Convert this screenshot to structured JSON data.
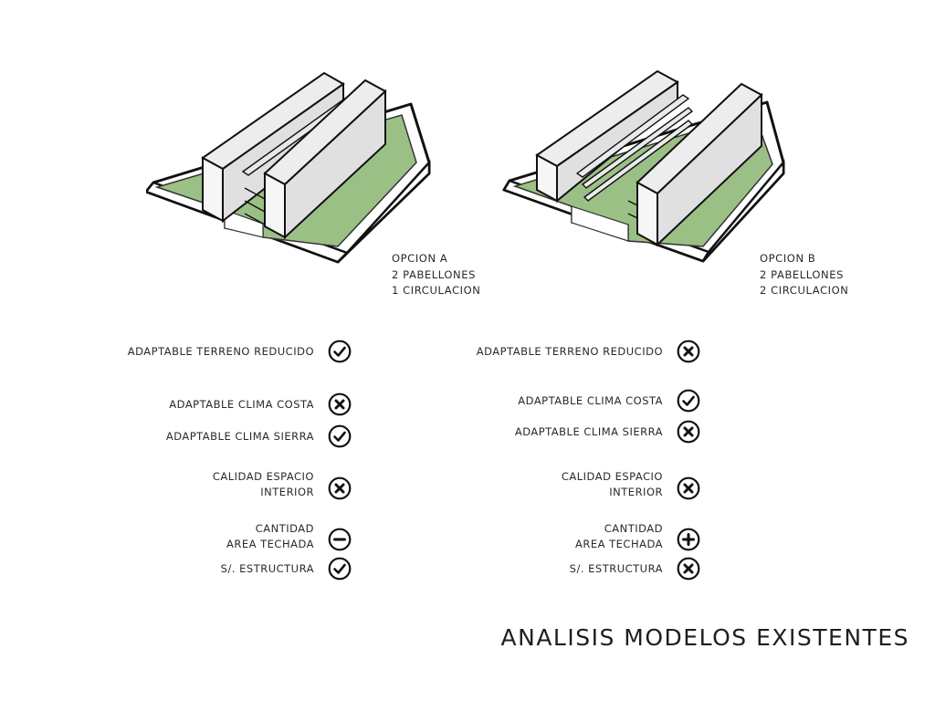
{
  "title": "ANALISIS MODELOS EXISTENTES",
  "colors": {
    "ground": "#9bc086",
    "roof": "#ededed",
    "wall_light": "#f4f4f4",
    "wall_dark": "#e2e2e2",
    "outline": "#111111"
  },
  "options": [
    {
      "caption": [
        "OPCION A",
        "2 PABELLONES",
        "1 CIRCULACION"
      ],
      "criteria": [
        {
          "label": [
            "ADAPTABLE TERRENO REDUCIDO"
          ],
          "icon": "check-icon"
        },
        {
          "label": [
            "ADAPTABLE CLIMA COSTA"
          ],
          "icon": "cross-icon"
        },
        {
          "label": [
            "ADAPTABLE CLIMA SIERRA"
          ],
          "icon": "check-icon"
        },
        {
          "label": [
            "CALIDAD ESPACIO",
            "INTERIOR"
          ],
          "icon": "cross-icon"
        },
        {
          "label": [
            "CANTIDAD",
            "AREA TECHADA"
          ],
          "icon": "minus-icon"
        },
        {
          "label": [
            "S/. ESTRUCTURA"
          ],
          "icon": "check-icon"
        }
      ]
    },
    {
      "caption": [
        "OPCION B",
        "2 PABELLONES",
        "2 CIRCULACION"
      ],
      "criteria": [
        {
          "label": [
            "ADAPTABLE TERRENO REDUCIDO"
          ],
          "icon": "cross-icon"
        },
        {
          "label": [
            "ADAPTABLE CLIMA COSTA"
          ],
          "icon": "check-icon"
        },
        {
          "label": [
            "ADAPTABLE CLIMA SIERRA"
          ],
          "icon": "cross-icon"
        },
        {
          "label": [
            "CALIDAD ESPACIO",
            "INTERIOR"
          ],
          "icon": "cross-icon"
        },
        {
          "label": [
            "CANTIDAD",
            "AREA TECHADA"
          ],
          "icon": "plus-icon"
        },
        {
          "label": [
            "S/. ESTRUCTURA"
          ],
          "icon": "cross-icon"
        }
      ]
    }
  ]
}
